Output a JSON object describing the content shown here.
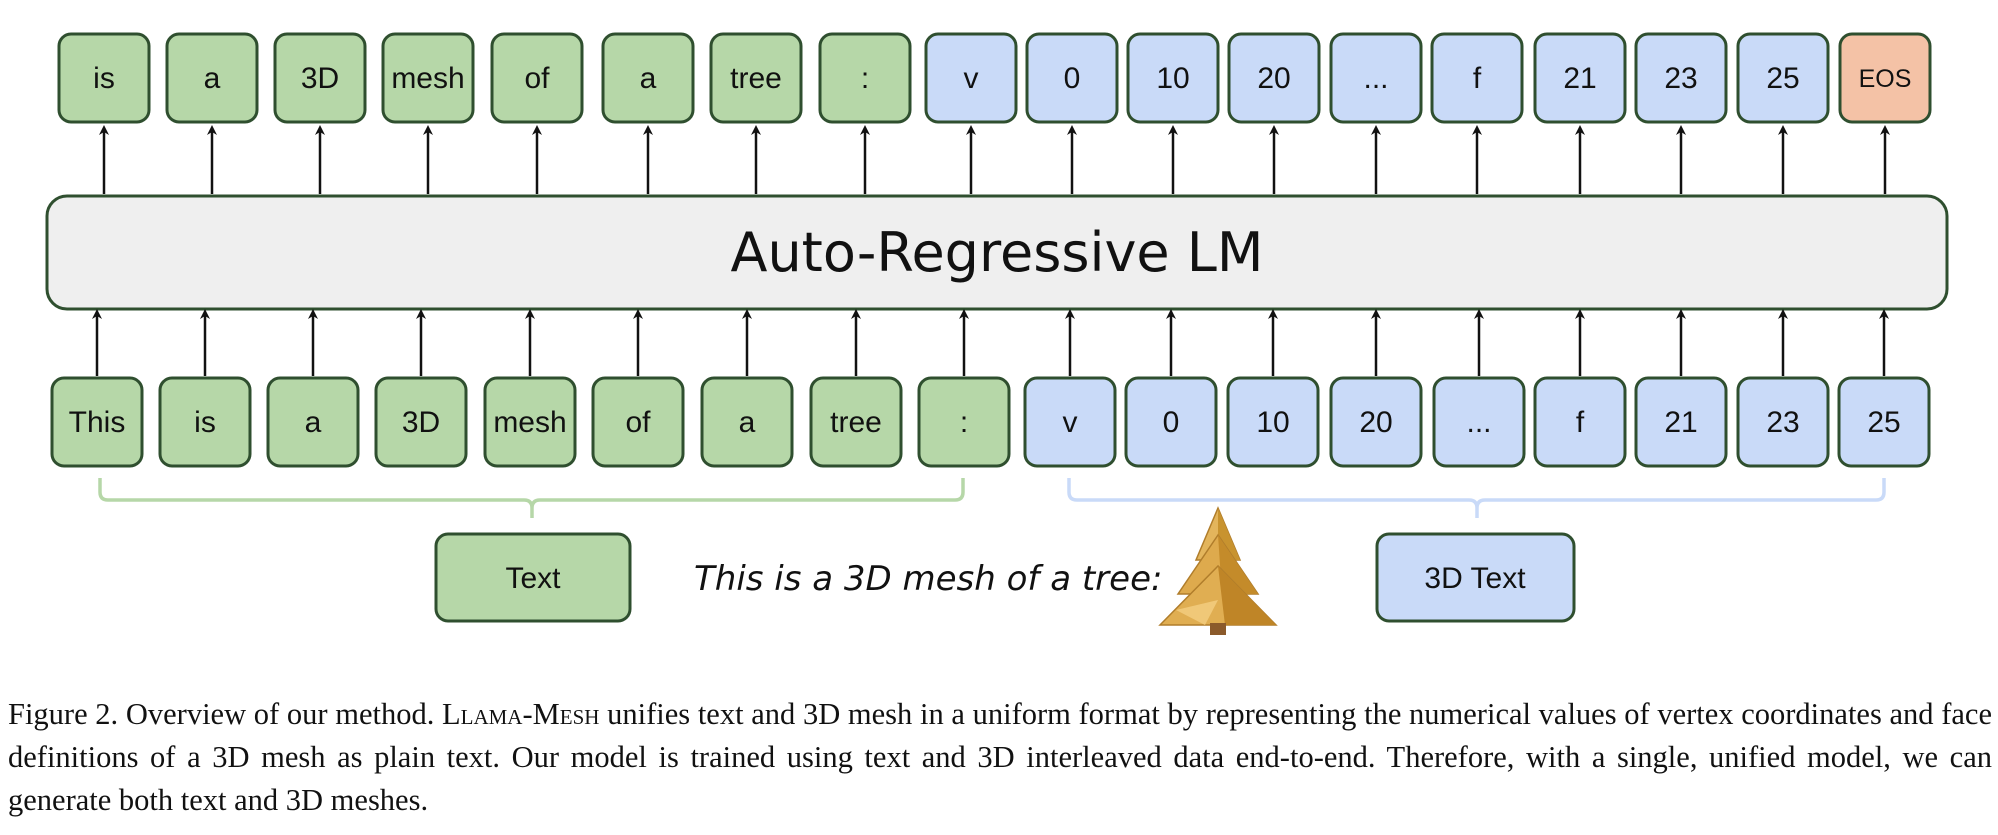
{
  "colors": {
    "text_token_fill": "#b6d7a8",
    "mesh_token_fill": "#c9daf8",
    "eos_token_fill": "#f4c2a6",
    "token_stroke": "#2f4f2f",
    "lm_fill": "#efefef",
    "text_bracket": "#b6d7a8",
    "mesh_bracket": "#c9daf8",
    "tree_body": "#d9a64a",
    "tree_trunk": "#8b5a2b"
  },
  "top_tokens": [
    {
      "label": "is",
      "kind": "text"
    },
    {
      "label": "a",
      "kind": "text"
    },
    {
      "label": "3D",
      "kind": "text"
    },
    {
      "label": "mesh",
      "kind": "text"
    },
    {
      "label": "of",
      "kind": "text"
    },
    {
      "label": "a",
      "kind": "text"
    },
    {
      "label": "tree",
      "kind": "text"
    },
    {
      "label": ":",
      "kind": "text"
    },
    {
      "label": "v",
      "kind": "mesh"
    },
    {
      "label": "0",
      "kind": "mesh"
    },
    {
      "label": "10",
      "kind": "mesh"
    },
    {
      "label": "20",
      "kind": "mesh"
    },
    {
      "label": "...",
      "kind": "mesh"
    },
    {
      "label": "f",
      "kind": "mesh"
    },
    {
      "label": "21",
      "kind": "mesh"
    },
    {
      "label": "23",
      "kind": "mesh"
    },
    {
      "label": "25",
      "kind": "mesh"
    },
    {
      "label": "EOS",
      "kind": "eos"
    }
  ],
  "bottom_tokens": [
    {
      "label": "This",
      "kind": "text"
    },
    {
      "label": "is",
      "kind": "text"
    },
    {
      "label": "a",
      "kind": "text"
    },
    {
      "label": "3D",
      "kind": "text"
    },
    {
      "label": "mesh",
      "kind": "text"
    },
    {
      "label": "of",
      "kind": "text"
    },
    {
      "label": "a",
      "kind": "text"
    },
    {
      "label": "tree",
      "kind": "text"
    },
    {
      "label": ":",
      "kind": "text"
    },
    {
      "label": "v",
      "kind": "mesh"
    },
    {
      "label": "0",
      "kind": "mesh"
    },
    {
      "label": "10",
      "kind": "mesh"
    },
    {
      "label": "20",
      "kind": "mesh"
    },
    {
      "label": "...",
      "kind": "mesh"
    },
    {
      "label": "f",
      "kind": "mesh"
    },
    {
      "label": "21",
      "kind": "mesh"
    },
    {
      "label": "23",
      "kind": "mesh"
    },
    {
      "label": "25",
      "kind": "mesh"
    }
  ],
  "lm": {
    "label": "Auto-Regressive LM"
  },
  "legend": {
    "text_label": "Text",
    "mesh_label": "3D Text",
    "example_sentence": "This is a 3D mesh of a tree:"
  },
  "caption": {
    "prefix": "Figure 2. Overview of our method. ",
    "name_part1": "Llama",
    "name_sep": "-",
    "name_part2": "Mesh",
    "body": " unifies text and 3D mesh in a uniform format by representing the numerical values of vertex coordinates and face definitions of a 3D mesh as plain text. Our model is trained using text and 3D interleaved data end-to-end. Therefore, with a single, unified model, we can generate both text and 3D meshes."
  }
}
